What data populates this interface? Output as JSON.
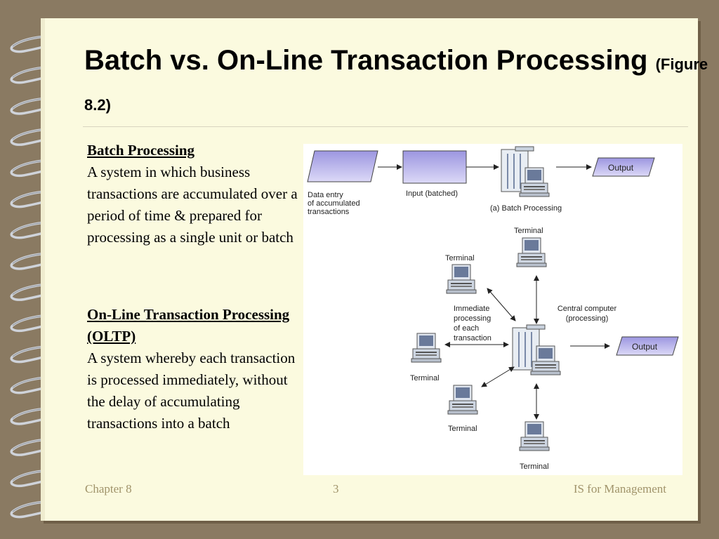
{
  "slide": {
    "title_main": "Batch vs. On-Line Transaction Processing",
    "title_figure": "(Figure 8.2)"
  },
  "batch": {
    "heading": "Batch Processing",
    "body": "A system in which business transactions are accumulated over a period of time & prepared for processing as a single unit or batch"
  },
  "oltp": {
    "heading": "On-Line Transaction Processing (OLTP)",
    "body": "A system whereby each transaction is processed immediately, without the delay of accumulating transactions into a batch"
  },
  "figure": {
    "data_entry": [
      "Data entry",
      "of accumulated",
      "transactions"
    ],
    "input_batched": "Input (batched)",
    "batch_caption": "(a) Batch Processing",
    "output": "Output",
    "terminal": "Terminal",
    "immediate": [
      "Immediate",
      "processing",
      "of each",
      "transaction"
    ],
    "central": [
      "Central computer",
      "(processing)"
    ]
  },
  "footer": {
    "left": "Chapter 8",
    "center": "3",
    "right": "IS for Management"
  },
  "colors": {
    "background": "#8a7a62",
    "paper": "#fbfadf",
    "footer_text": "#a0936a",
    "shape_fill": "#a8a2e6"
  }
}
